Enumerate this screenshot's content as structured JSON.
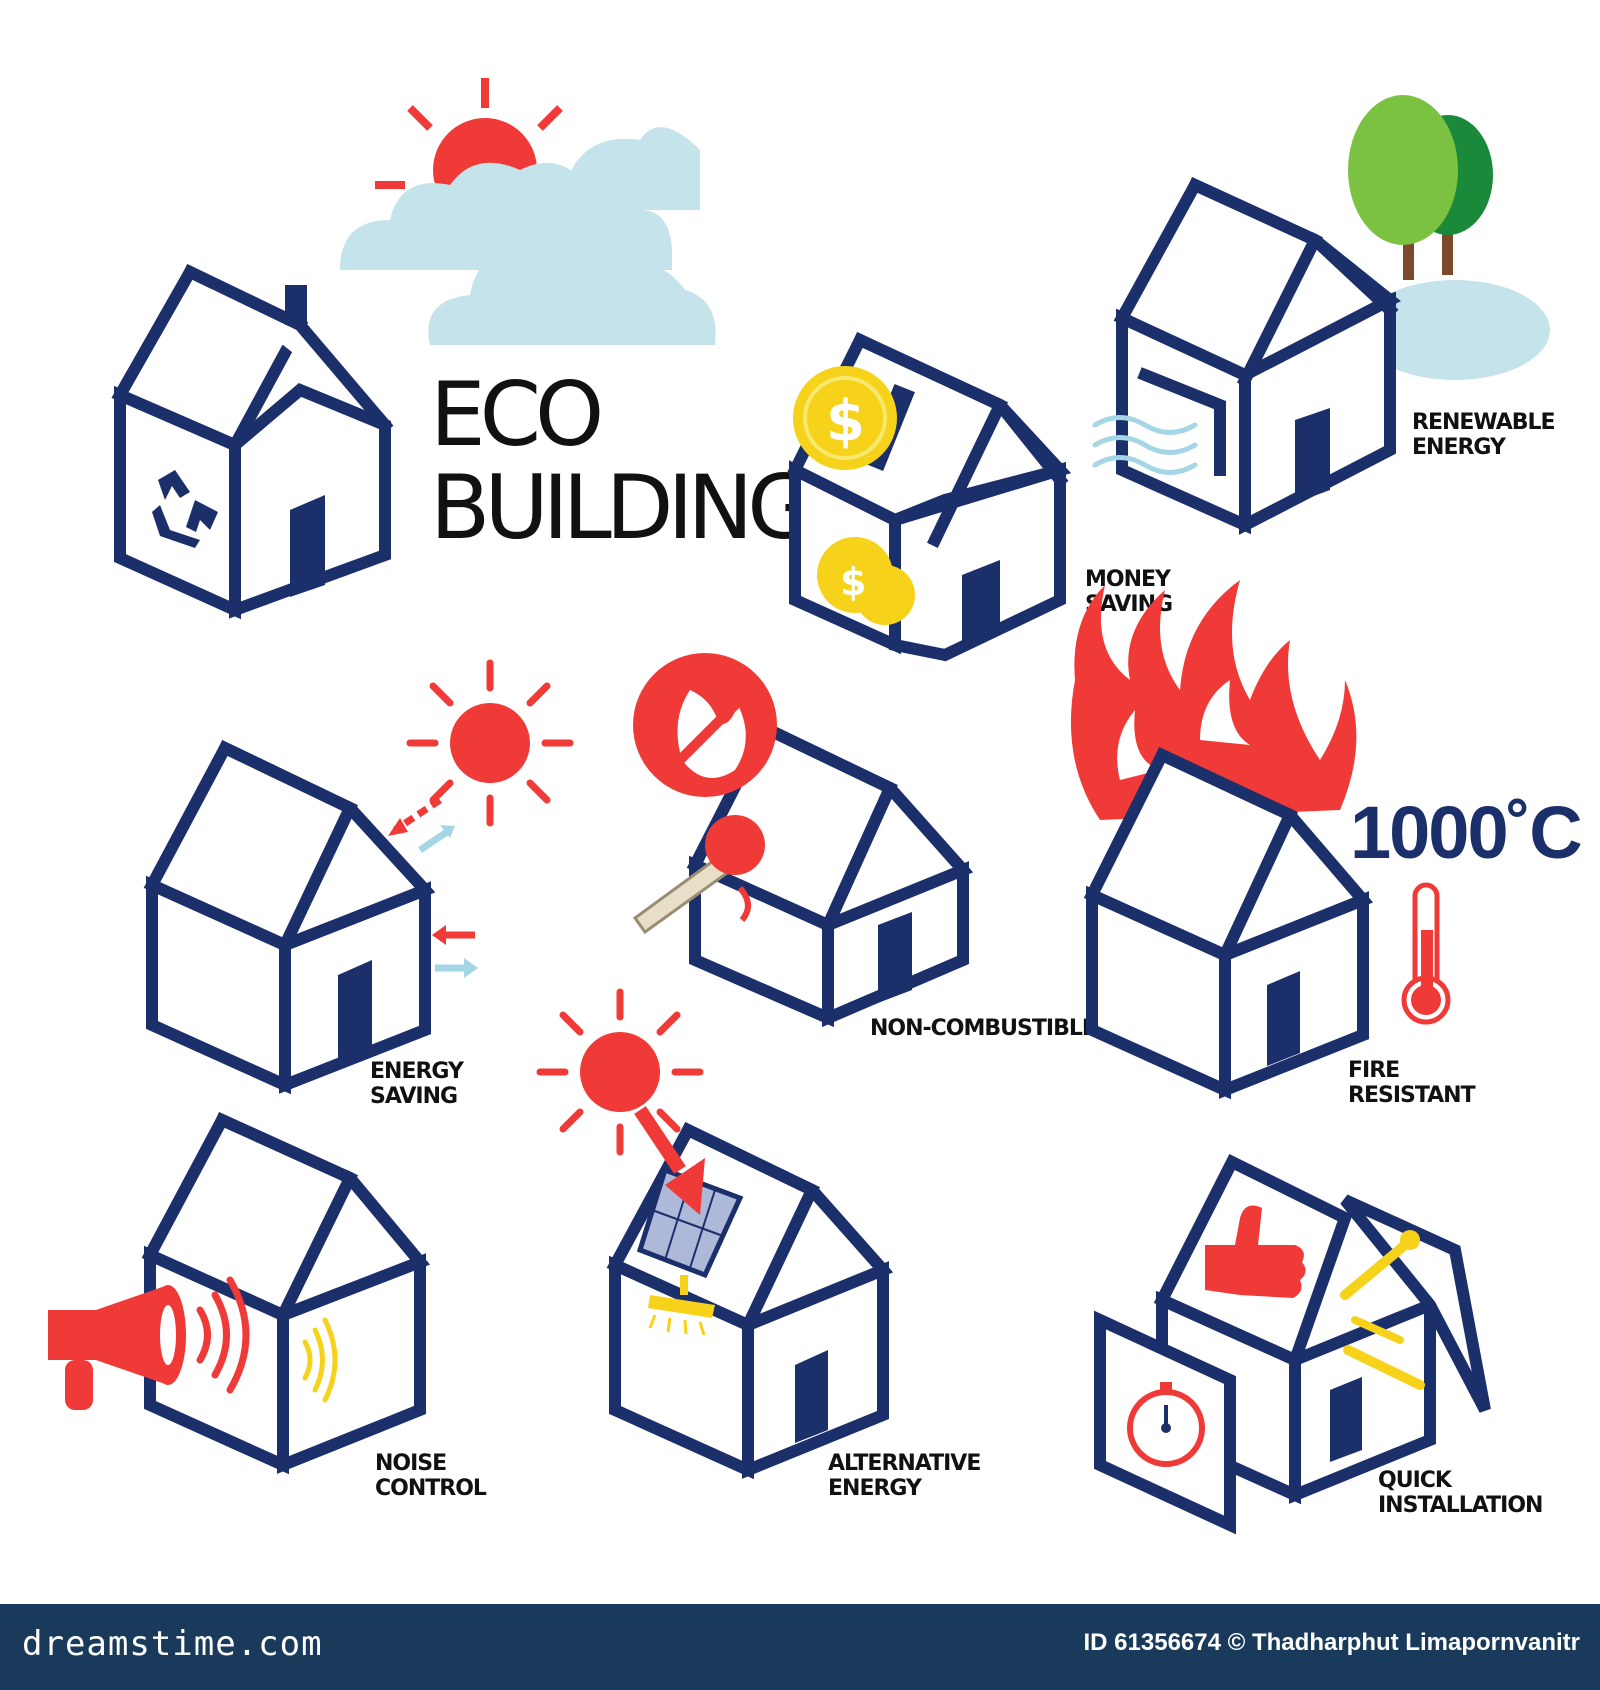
{
  "title": {
    "line1": "ECO",
    "line2": "BUILDING"
  },
  "labels": {
    "money_saving": [
      "MONEY",
      "SAVING"
    ],
    "renewable_energy": [
      "RENEWABLE",
      "ENERGY"
    ],
    "energy_saving": [
      "ENERGY",
      "SAVING"
    ],
    "non_combustible": "NON-COMBUSTIBLE",
    "fire_resistant": [
      "FIRE",
      "RESISTANT"
    ],
    "noise_control": [
      "NOISE",
      "CONTROL"
    ],
    "alternative_energy": [
      "ALTERNATIVE",
      "ENERGY"
    ],
    "quick_installation": [
      "QUICK",
      "INSTALLATION"
    ]
  },
  "temperature": "1000˚C",
  "footer": {
    "brand": "dreamstime.com",
    "credit": "ID 61356674 © Thadharphut Limapornvanitr"
  },
  "colors": {
    "navy": "#1b2f6b",
    "red": "#f03a37",
    "yellow": "#f7d21a",
    "sky": "#c4e3ea",
    "green": "#7cc242",
    "footer": "#1a3a5c"
  },
  "icons": [
    "sun-icon",
    "cloud-icon",
    "recycle-icon",
    "coin-icon",
    "tree-icon",
    "wind-icon",
    "no-fire-icon",
    "match-icon",
    "flame-icon",
    "thermometer-icon",
    "megaphone-icon",
    "sound-wave-icon",
    "solar-panel-icon",
    "thumbs-up-icon",
    "wrench-icon",
    "stopwatch-icon"
  ]
}
